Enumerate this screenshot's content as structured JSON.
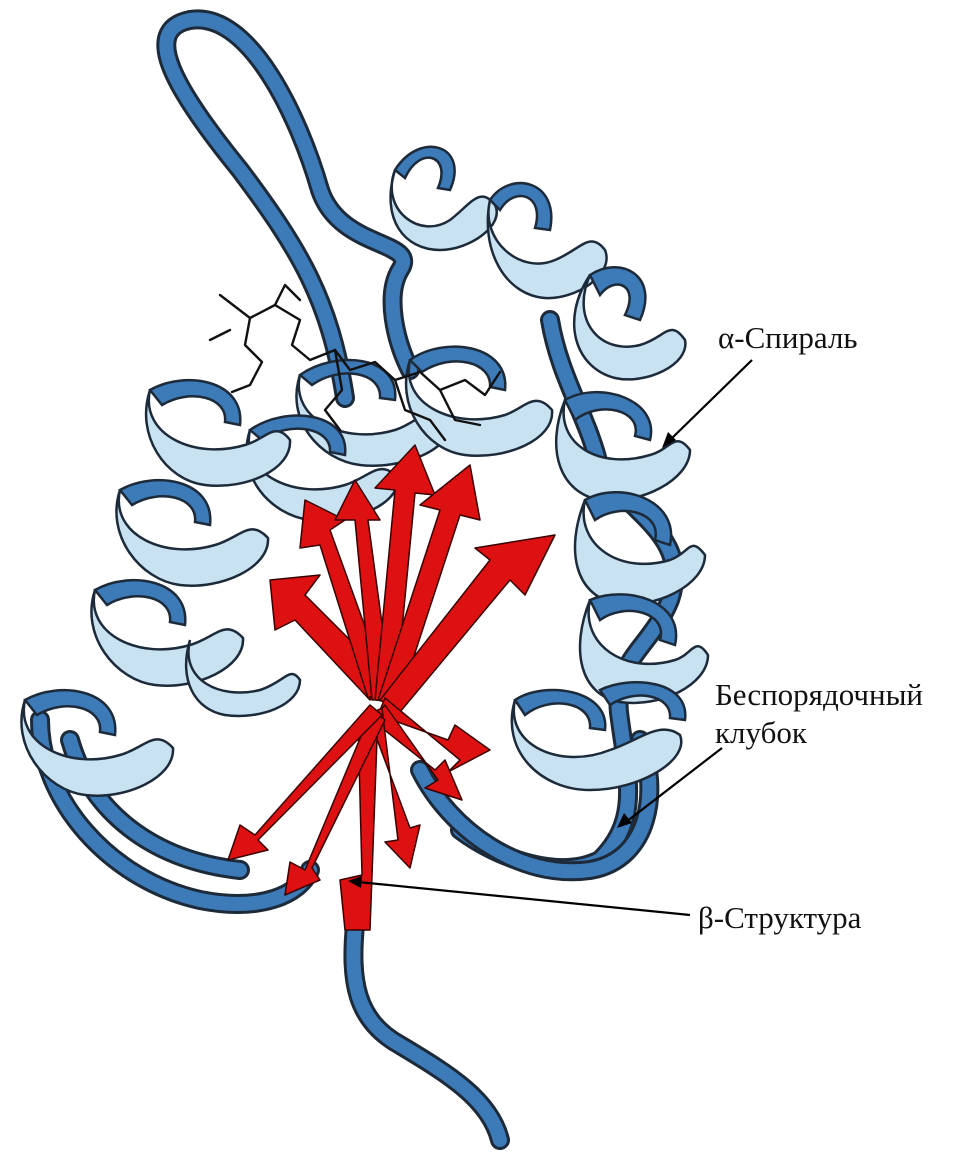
{
  "labels": {
    "alpha_helix": "α-Спираль",
    "random_coil_line1": "Беспорядочный",
    "random_coil_line2": "клубок",
    "beta_structure": "β-Структура"
  },
  "colors": {
    "coil_dark": "#3d7ab8",
    "helix_light": "#c9e2f2",
    "sheet_red": "#dd1111",
    "ink": "#111111"
  }
}
